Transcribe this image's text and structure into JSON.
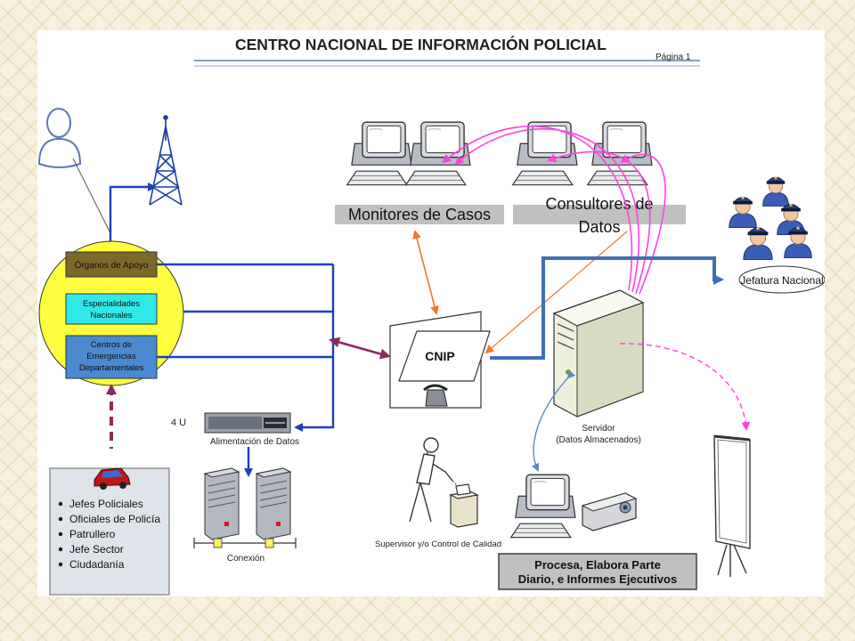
{
  "title": "CENTRO NACIONAL DE INFORMACIÓN POLICIAL",
  "page_label": "Página 1",
  "nodes": {
    "monitores": "Monitores de Casos",
    "consultores_line1": "Consultores de",
    "consultores_line2": "Datos",
    "jefatura": "Jefatura Nacional",
    "organos": "Órganos de Apoyo",
    "especialidades_line1": "Especialidades",
    "especialidades_line2": "Nacionales",
    "centros_line1": "Centros de",
    "centros_line2": "Emergencias",
    "centros_line3": "Departamentales",
    "cnip": "CNIP",
    "servidor_line1": "Servidor",
    "servidor_line2": "(Datos Almacenados)",
    "rack_units": "4 U",
    "alimentacion": "Alimentación de Datos",
    "conexion": "Conexión",
    "supervisor": "Supervisor y/o Control de Calidad",
    "procesa_line1": "Procesa, Elabora Parte",
    "procesa_line2": "Diario, e Informes Ejecutivos"
  },
  "recipients": [
    "Jefes Policiales",
    "Oficiales de Policía",
    "Patrullero",
    "Jefe Sector",
    "Ciudadanía"
  ],
  "colors": {
    "blue_link": "#1f3fc0",
    "steel_link": "#3f6fb3",
    "magenta_link": "#ff40e0",
    "orange_link": "#f07828",
    "purple_link": "#8a2a5e",
    "yellow_circle": "#ffff40",
    "organos_box": "#7a6a2a",
    "especialidades_box": "#30e8e8",
    "centros_box": "#4a8ad0"
  }
}
